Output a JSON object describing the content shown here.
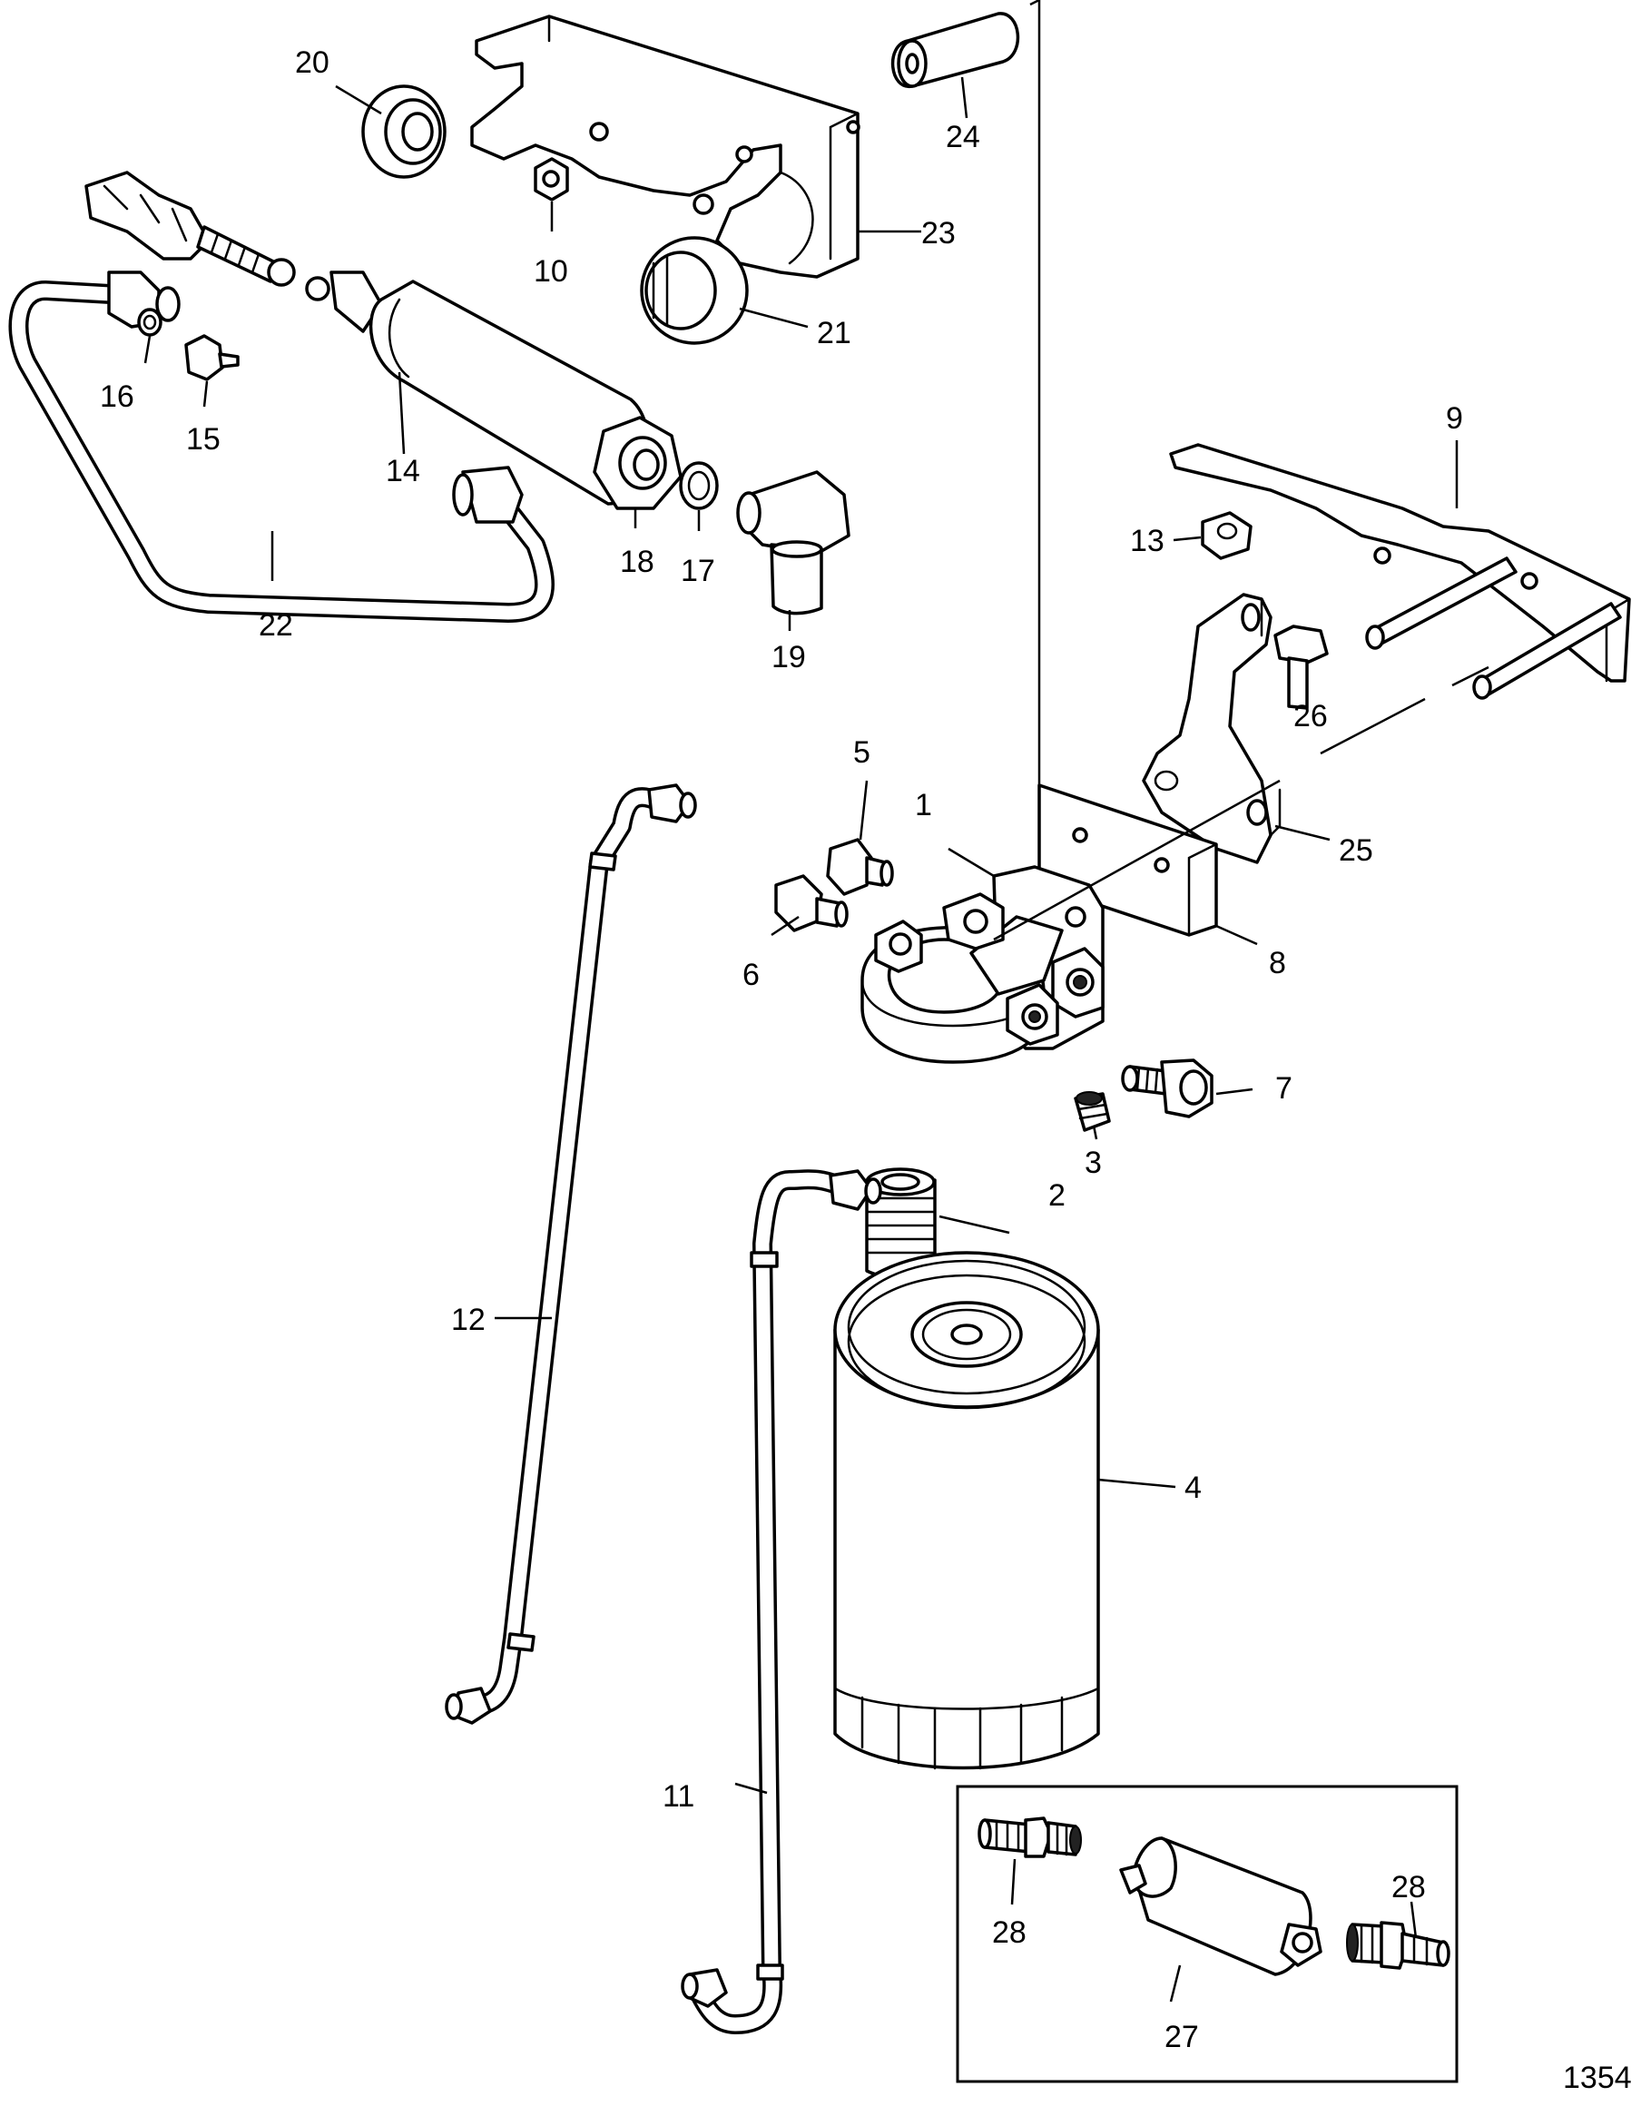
{
  "diagram": {
    "callouts": {
      "c1": "1",
      "c2": "2",
      "c3": "3",
      "c4": "4",
      "c5": "5",
      "c6": "6",
      "c7": "7",
      "c8": "8",
      "c9": "9",
      "c10": "10",
      "c11": "11",
      "c12": "12",
      "c13": "13",
      "c14": "14",
      "c15": "15",
      "c16": "16",
      "c17": "17",
      "c18": "18",
      "c19": "19",
      "c20": "20",
      "c21": "21",
      "c22": "22",
      "c23": "23",
      "c24": "24",
      "c25": "25",
      "c26": "26",
      "c27": "27",
      "c28a": "28",
      "c28b": "28"
    },
    "figure_number": "1354"
  }
}
